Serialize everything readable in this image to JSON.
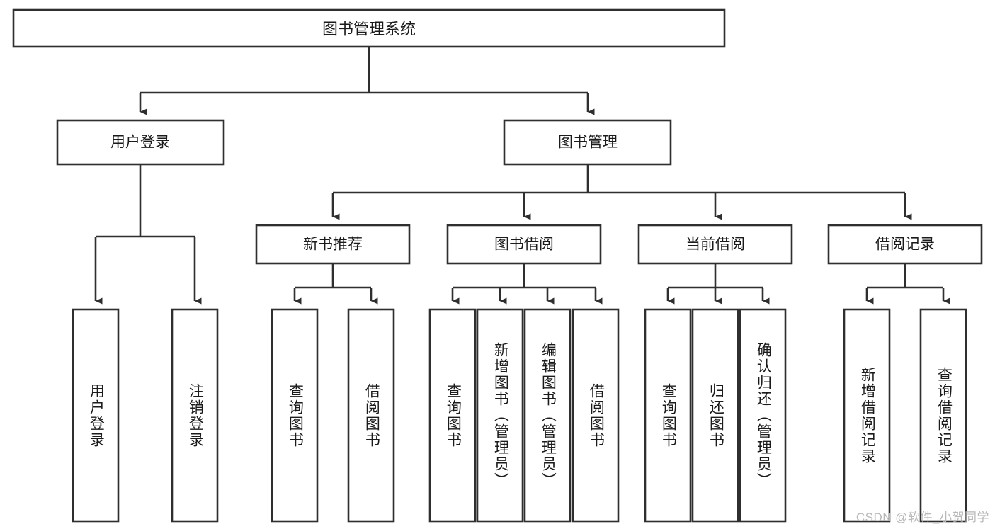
{
  "diagram": {
    "type": "tree-hierarchy",
    "title": "图书管理系统",
    "watermark": "CSDN @软件_小贺同学",
    "colors": {
      "stroke": "#2f2f2f",
      "fill": "#ffffff",
      "text": "#1b1b1b",
      "watermark": "#b8b8b8",
      "background": "#ffffff"
    },
    "root": {
      "label": "图书管理系统"
    },
    "level2": [
      {
        "label": "用户登录"
      },
      {
        "label": "图书管理"
      }
    ],
    "level3": [
      {
        "label": "新书推荐"
      },
      {
        "label": "图书借阅"
      },
      {
        "label": "当前借阅"
      },
      {
        "label": "借阅记录"
      }
    ],
    "leaves": {
      "user_login": [
        {
          "label": "用户登录"
        },
        {
          "label": "注销登录"
        }
      ],
      "new_book_recommend": [
        {
          "label": "查询图书"
        },
        {
          "label": "借阅图书"
        }
      ],
      "book_borrow": [
        {
          "label": "查询图书"
        },
        {
          "label": "新增图书（管理员）"
        },
        {
          "label": "编辑图书（管理员）"
        },
        {
          "label": "借阅图书"
        }
      ],
      "current_borrow": [
        {
          "label": "查询图书"
        },
        {
          "label": "归还图书"
        },
        {
          "label": "确认归还（管理员）"
        }
      ],
      "borrow_record": [
        {
          "label": "新增借阅记录"
        },
        {
          "label": "查询借阅记录"
        }
      ]
    }
  }
}
